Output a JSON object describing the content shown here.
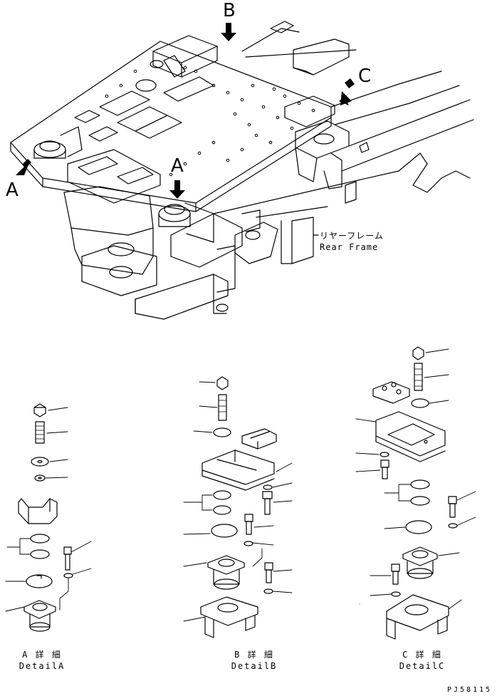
{
  "view_markers": {
    "a": "A",
    "b": "B",
    "c": "C"
  },
  "frame_label": {
    "jp": "リヤーフレーム",
    "en": "Rear Frame"
  },
  "details": [
    {
      "jp": "A 詳 細",
      "en": "DetailA"
    },
    {
      "jp": "B 詳 細",
      "en": "DetailB"
    },
    {
      "jp": "C 詳 細",
      "en": "DetailC"
    }
  ],
  "drawing_code": "PJ58115"
}
